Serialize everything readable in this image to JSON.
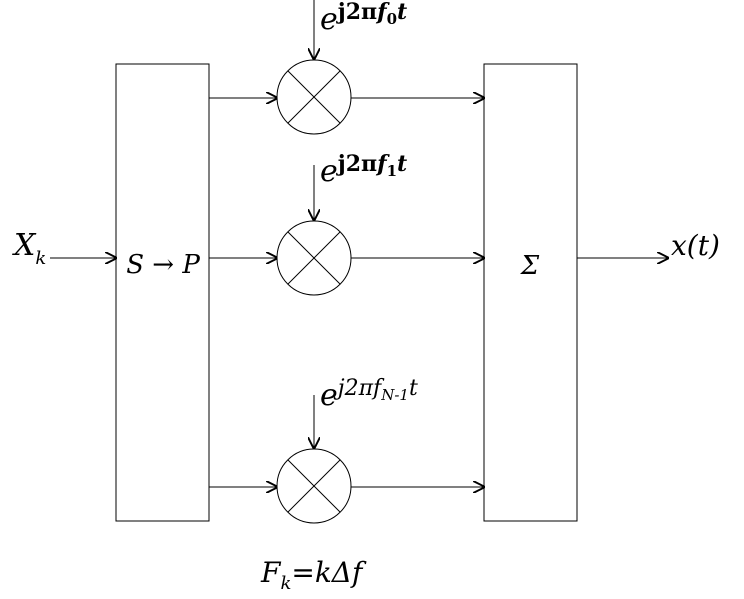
{
  "input": {
    "label": "X",
    "subscript": "k"
  },
  "sp_block": {
    "label": "S → P"
  },
  "sum_block": {
    "label": "Σ"
  },
  "output": {
    "label": "x(t)"
  },
  "oscillators": [
    {
      "base": "e",
      "exp_prefix": "j2π",
      "freq_symbol": "f",
      "freq_sub": "0",
      "exp_suffix": "t"
    },
    {
      "base": "e",
      "exp_prefix": "j2π",
      "freq_symbol": "f",
      "freq_sub": "1",
      "exp_suffix": "t"
    },
    {
      "base": "e",
      "exp_prefix": "j2π",
      "freq_symbol": "f",
      "freq_sub": "N-1",
      "exp_suffix": "t"
    }
  ],
  "formula": {
    "lhs": "F",
    "lhs_sub": "k",
    "rhs": "=kΔf"
  },
  "colors": {
    "stroke": "#000000",
    "fill": "#ffffff"
  }
}
